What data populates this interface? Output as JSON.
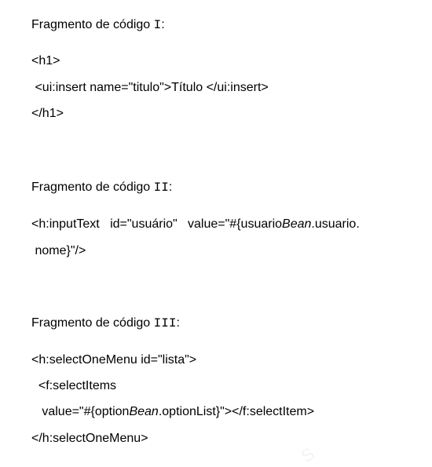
{
  "fragments": [
    {
      "heading_prefix": "Fragmento de código ",
      "heading_numeral": "I",
      "heading_suffix": ":",
      "lines": [
        "<h1>",
        " <ui:insert name=\"titulo\">Título </ui:insert>",
        "</h1>"
      ]
    },
    {
      "heading_prefix": "Fragmento de código ",
      "heading_numeral": "II",
      "heading_suffix": ":",
      "line1_before": "<h:inputText   id=\"usuário\"   value=\"#{usuario",
      "line1_italic": "Bean",
      "line1_after": ".usuario.",
      "line2": " nome}\"/>"
    },
    {
      "heading_prefix": "Fragmento de código ",
      "heading_numeral": "III",
      "heading_suffix": ":",
      "line1": "<h:selectOneMenu id=\"lista\">",
      "line2": "  <f:selectItems",
      "line3_before": "   value=\"#{option",
      "line3_italic": "Bean",
      "line3_after": ".optionList}\"></f:selectItem>",
      "line4": "</h:selectOneMenu>"
    }
  ],
  "watermark": "S"
}
